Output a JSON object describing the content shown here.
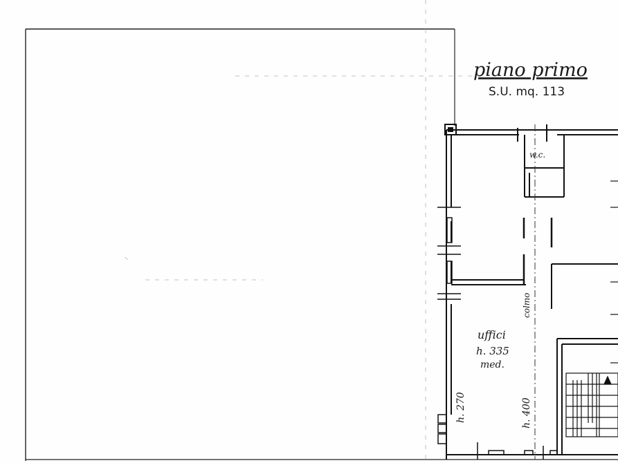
{
  "drawing": {
    "floor_title": "piano primo",
    "surface_note": "S.U. mq. 113",
    "room_wc": "w.c.",
    "room_office": "uffici",
    "height_avg": "h. 335",
    "height_avg_suffix": "med.",
    "height_left": "h. 270",
    "height_right": "h. 400",
    "column_label": "colmo"
  },
  "colors": {
    "paper": "#fefefe",
    "ink": "#1a1a1a",
    "faint_ink": "#9a9a9a"
  }
}
